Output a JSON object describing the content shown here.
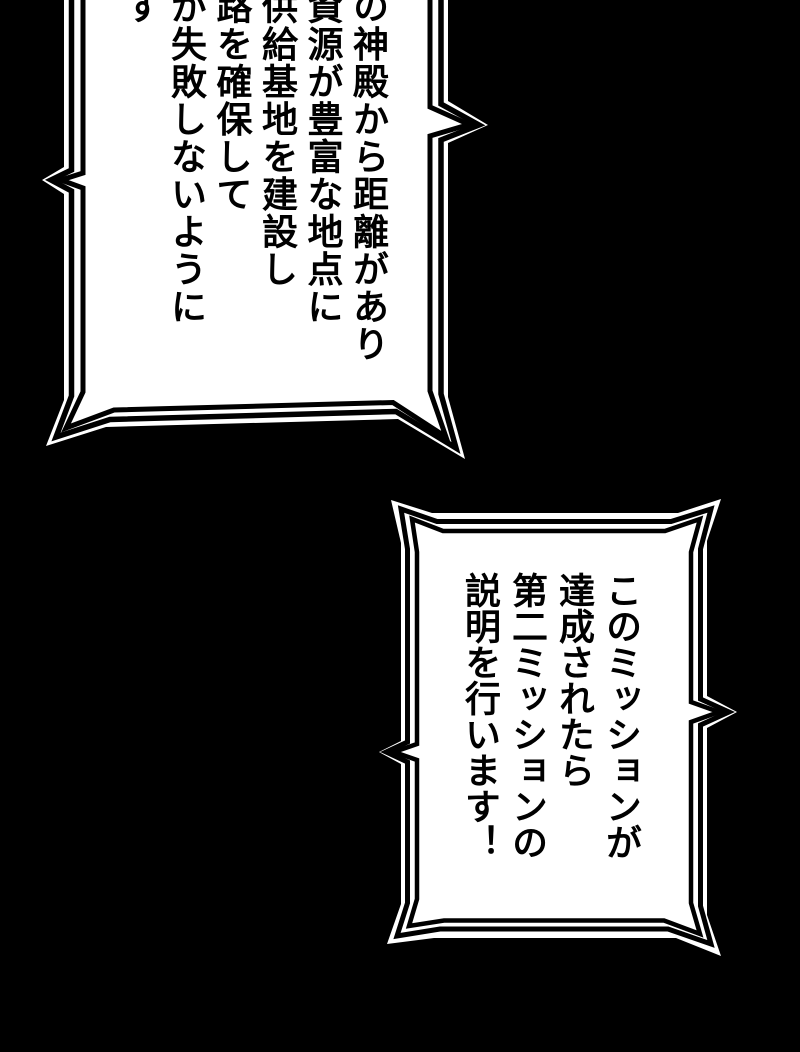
{
  "page": {
    "type": "manga-panel",
    "background_color": "#000000"
  },
  "colors": {
    "background": "#000000",
    "bubble_fill": "#ffffff",
    "outline": "#000000",
    "text": "#000000"
  },
  "bubbles": [
    {
      "name": "speech-bubble-top-left",
      "lines": [
        "の神殿から距離があり",
        "資源が豊富な地点に",
        "供給基地を建設し",
        "路を確保して",
        "が失敗しないように",
        "す"
      ]
    },
    {
      "name": "speech-bubble-bottom-right",
      "lines": [
        "このミッションが",
        "達成されたら",
        "第二ミッションの",
        "説明を行います！"
      ]
    }
  ]
}
